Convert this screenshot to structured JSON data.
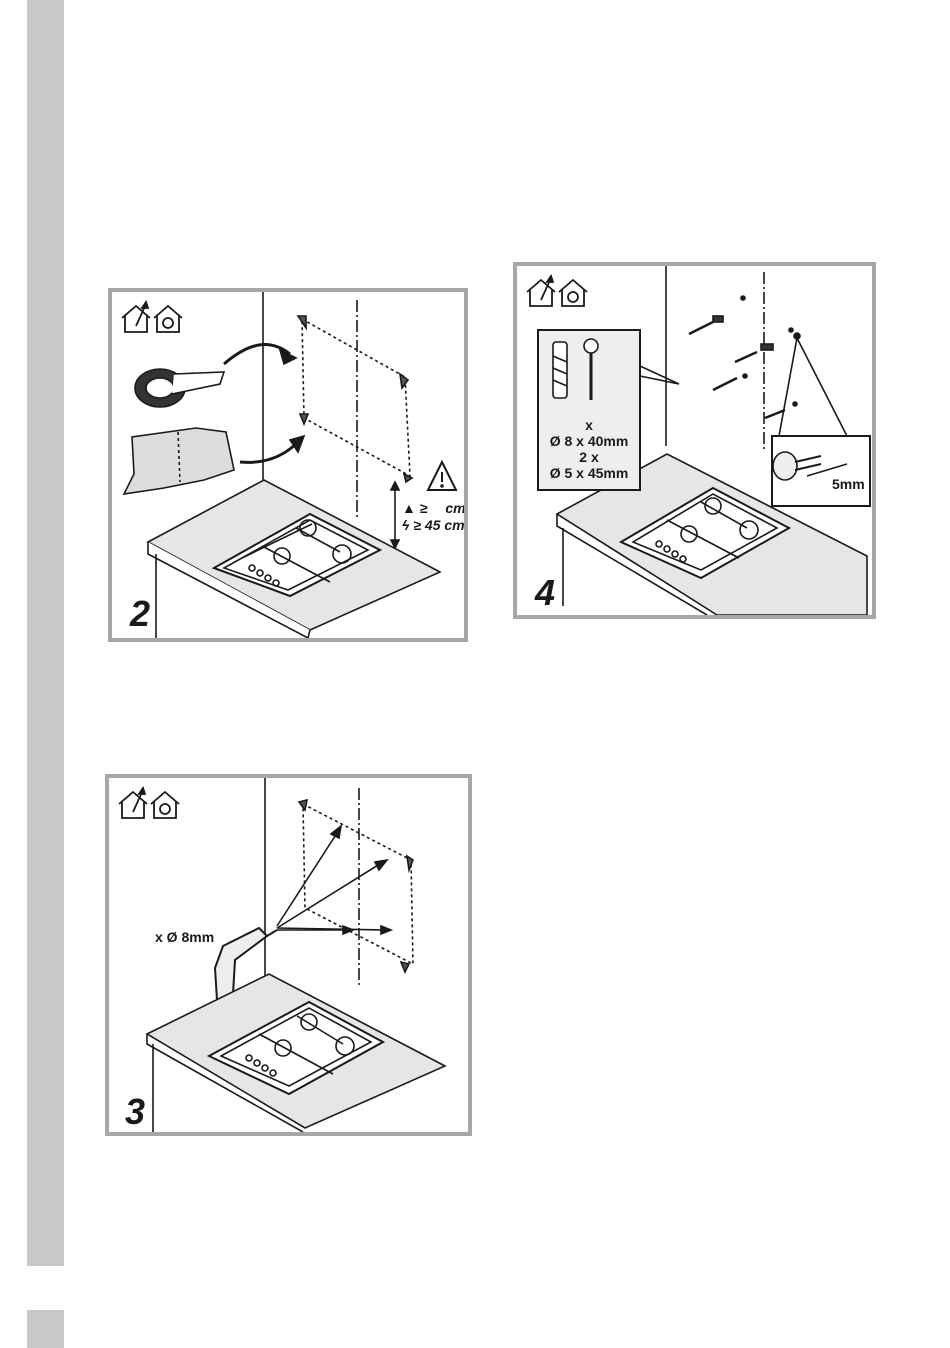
{
  "figures": [
    {
      "step": "2",
      "clearance_gas_symbol": "≥",
      "clearance_gas_unit": "cm",
      "clearance_electric": "≥ 45 cm"
    },
    {
      "step": "4",
      "parts": {
        "line1": "x",
        "line2": "Ø 8 x 40mm",
        "line3": "2 x",
        "line4": "Ø 5 x 45mm"
      },
      "detail_dimension": "5mm"
    },
    {
      "step": "3",
      "drill_bit": "x Ø 8mm"
    }
  ]
}
